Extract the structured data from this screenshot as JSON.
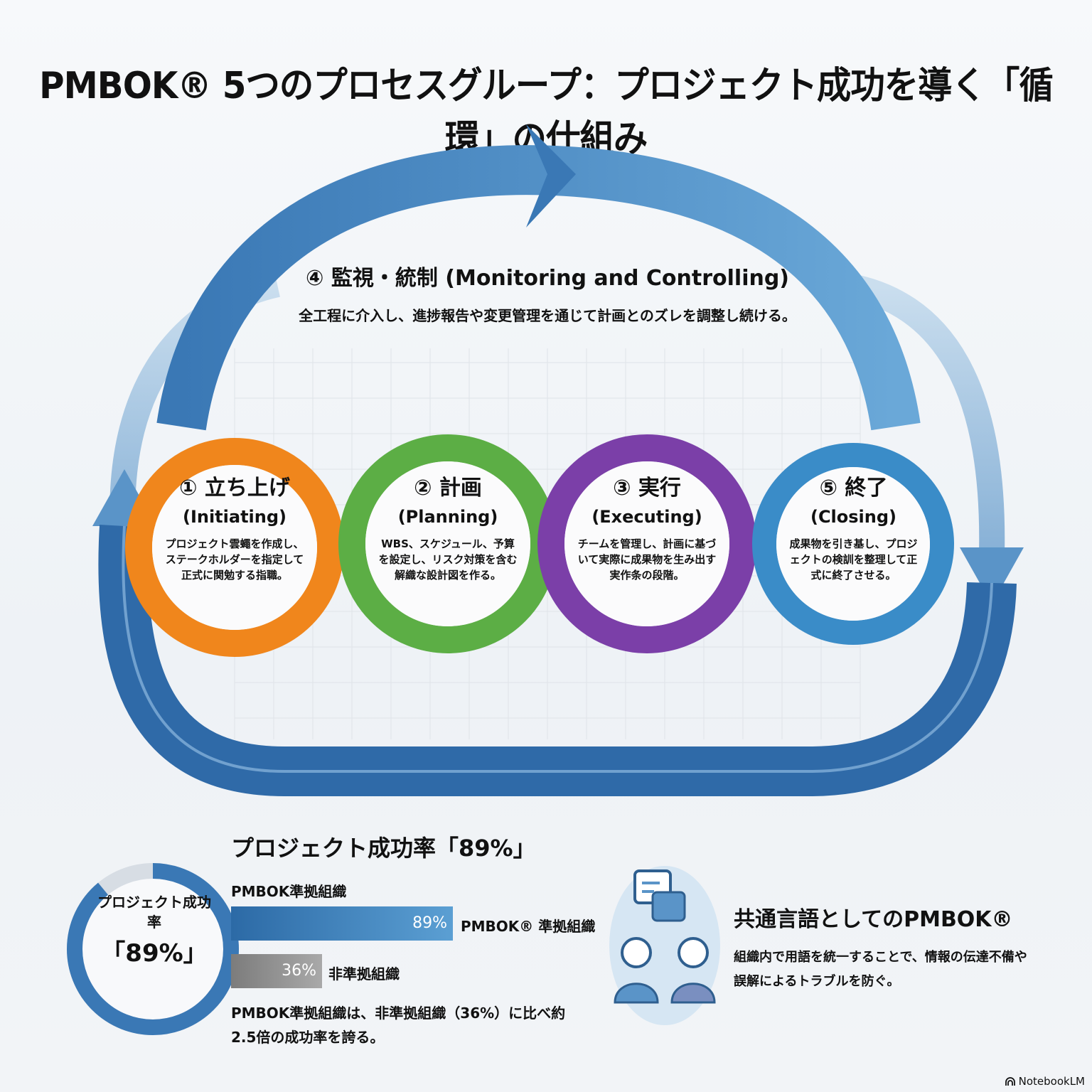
{
  "title": "PMBOK® 5つのプロセスグループ：プロジェクト成功を導く「循環」の仕組み",
  "monitoring": {
    "title": "④ 監視・統制 (Monitoring and Controlling)",
    "description": "全工程に介入し、進捗報告や変更管理を通じて計画とのズレを調整し続ける。",
    "color": "#3a78b5"
  },
  "process_groups": [
    {
      "number": "①",
      "name": "立ち上げ",
      "english": "(Initiating)",
      "description": "プロジェクト雲蠅を作成し、ステークホルダーを指定して正式に関勉する指職。",
      "color": "#f0861c"
    },
    {
      "number": "②",
      "name": "計画",
      "english": "(Planning)",
      "description": "WBS、スケジュール、予算を設定し、リスク対策を含む解織な設計図を作る。",
      "color": "#5cae45"
    },
    {
      "number": "③",
      "name": "実行",
      "english": "(Executing)",
      "description": "チームを管理し、計画に基づいて実際に成果物を生み出す実作条の段階。",
      "color": "#7b3fa8"
    },
    {
      "number": "⑤",
      "name": "終了",
      "english": "(Closing)",
      "description": "成果物を引き基し、プロジェクトの検訓を整理して正式に終了させる。",
      "color": "#3a8cc8"
    }
  ],
  "success_rate": {
    "circle_label": "プロジェクト成功率",
    "circle_value": "「89%」",
    "title": "プロジェクト成功率「89%」",
    "subtitle": "PMBOK準拠組織",
    "bars": [
      {
        "value": "89%",
        "label": "PMBOK® 準拠組織",
        "percent": 89,
        "color": "#3a78b5"
      },
      {
        "value": "36%",
        "label": "非準拠組織",
        "percent": 36,
        "color": "#8c8c8c"
      }
    ],
    "note": "PMBOK準拠組織は、非準拠組織（36%）に比べ約2.5倍の成功率を誇る。"
  },
  "common_language": {
    "title": "共通言語としてのPMBOK®",
    "description": "組織内で用語を統一することで、情報の伝達不備や誤解によるトラブルを防ぐ。",
    "icon": "people-chat-icon"
  },
  "brand": {
    "label": "NotebookLM"
  }
}
